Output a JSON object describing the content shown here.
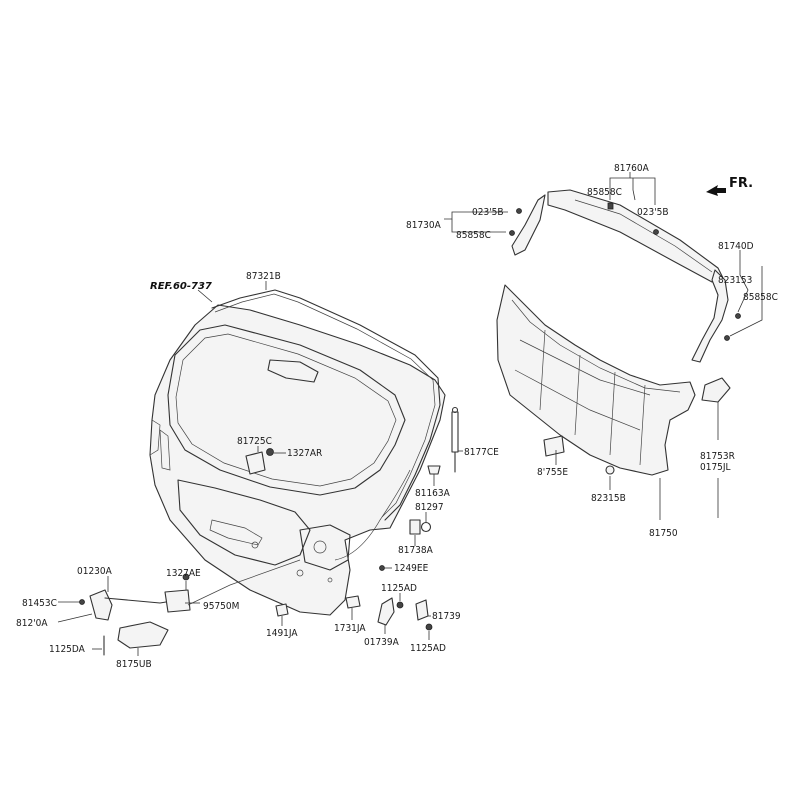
{
  "labels": {
    "ref": "REF.60-737",
    "fr": "FR.",
    "p87321B": "87321B",
    "p81725C": "81725C",
    "p1327AR": "1327AR",
    "p81770E": "8177CE",
    "p81163A": "81163A",
    "p81297": "81297",
    "p81738A": "81738A",
    "p1249EE": "1249EE",
    "p1125AD_a": "1125AD",
    "p81739": "81739",
    "p01739A": "01739A",
    "p1125AD_b": "1125AD",
    "p1731JA": "1731JA",
    "p1491JA": "1491JA",
    "p01230A": "01230A",
    "p1327AE": "1327AE",
    "p81453C": "81453C",
    "p81210A": "812'0A",
    "p95750M": "95750M",
    "p1125DA": "1125DA",
    "p81750B": "8175UB",
    "p81760A": "81760A",
    "p85858C_top": "85858C",
    "p02315B_a": "023'5B",
    "p02315B_b": "023'5B",
    "p81730A": "81730A",
    "p85858C_left": "85858C",
    "p81740D": "81740D",
    "p82315B_r": "823153",
    "p85858C_r": "85858C",
    "p81755E": "8'755E",
    "p82315B": "82315B",
    "p81750": "81750",
    "p81753R": "81753R",
    "p01753L": "0175JL"
  }
}
